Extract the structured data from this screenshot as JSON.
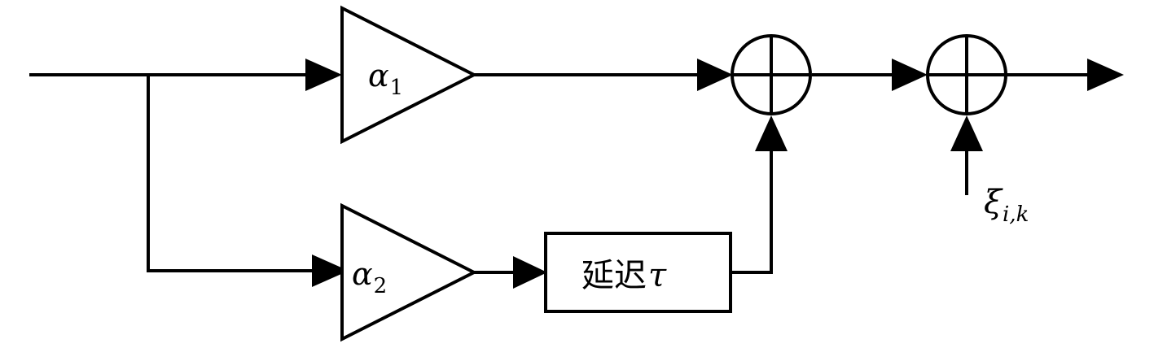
{
  "gain_top": {
    "symbol": "α",
    "subscript": "1"
  },
  "gain_bottom": {
    "symbol": "α",
    "subscript": "2"
  },
  "delay_block": {
    "label": "延迟",
    "param": "τ"
  },
  "noise_input": {
    "symbol": "ξ",
    "subscript": "i,k"
  },
  "colors": {
    "stroke": "#000000",
    "background": "#ffffff"
  }
}
